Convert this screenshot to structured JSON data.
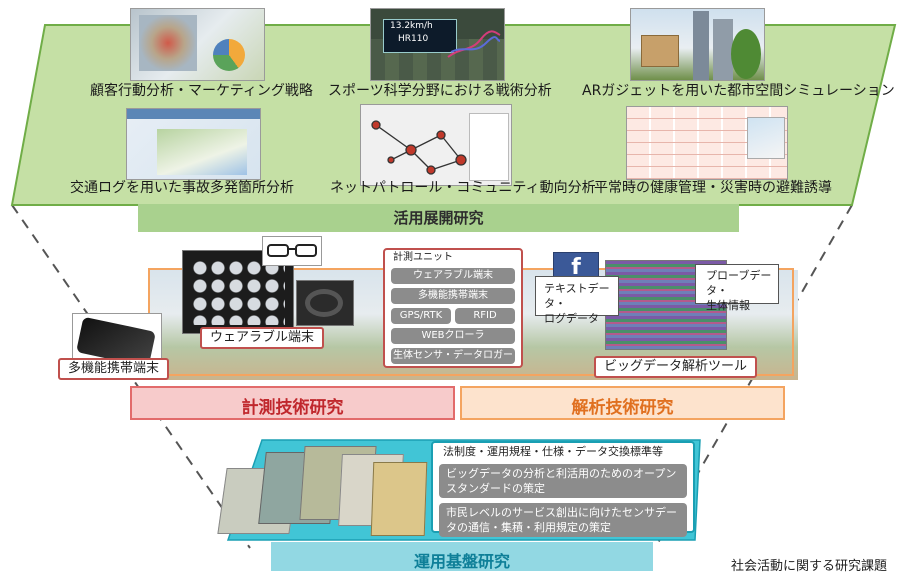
{
  "top": {
    "title": "活用展開研究",
    "items": [
      "顧客行動分析・マーケティング戦略",
      "スポーツ科学分野における戦術分析",
      "ARガジェットを用いた都市空間シミュレーション",
      "交通ログを用いた事故多発箇所分析",
      "ネットパトロール・コミュニティ動向分析",
      "平常時の健康管理・災害時の避難誘導"
    ],
    "overlay_speed": "13.2km/h",
    "overlay_hr": "HR110"
  },
  "middle": {
    "left_title": "計測技術研究",
    "right_title": "解析技術研究",
    "phone_label": "多機能携帯端末",
    "wearable_label": "ウェアラブル端末",
    "unit": {
      "title": "計測ユニット",
      "row1": "ウェアラブル端末",
      "row2": "多機能携帯端末",
      "row3a": "GPS/RTK",
      "row3b": "RFID",
      "row4": "WEBクローラ",
      "row5": "生体センサ・データロガー"
    },
    "text_data_line1": "テキストデータ・",
    "text_data_line2": "ログデータ",
    "probe_line1": "プローブデータ・",
    "probe_line2": "生体情報",
    "tool_label": "ビッグデータ解析ツール"
  },
  "bottom": {
    "title": "運用基盤研究",
    "box_title": "法制度・運用規程・仕様・データ交換標準等",
    "item1": "ビッグデータの分析と利活用のためのオープンスタンダードの策定",
    "item2": "市民レベルのサービス創出に向けたセンサデータの通信・集積・利用規定の策定"
  },
  "footer": "社会活動に関する研究課題"
}
